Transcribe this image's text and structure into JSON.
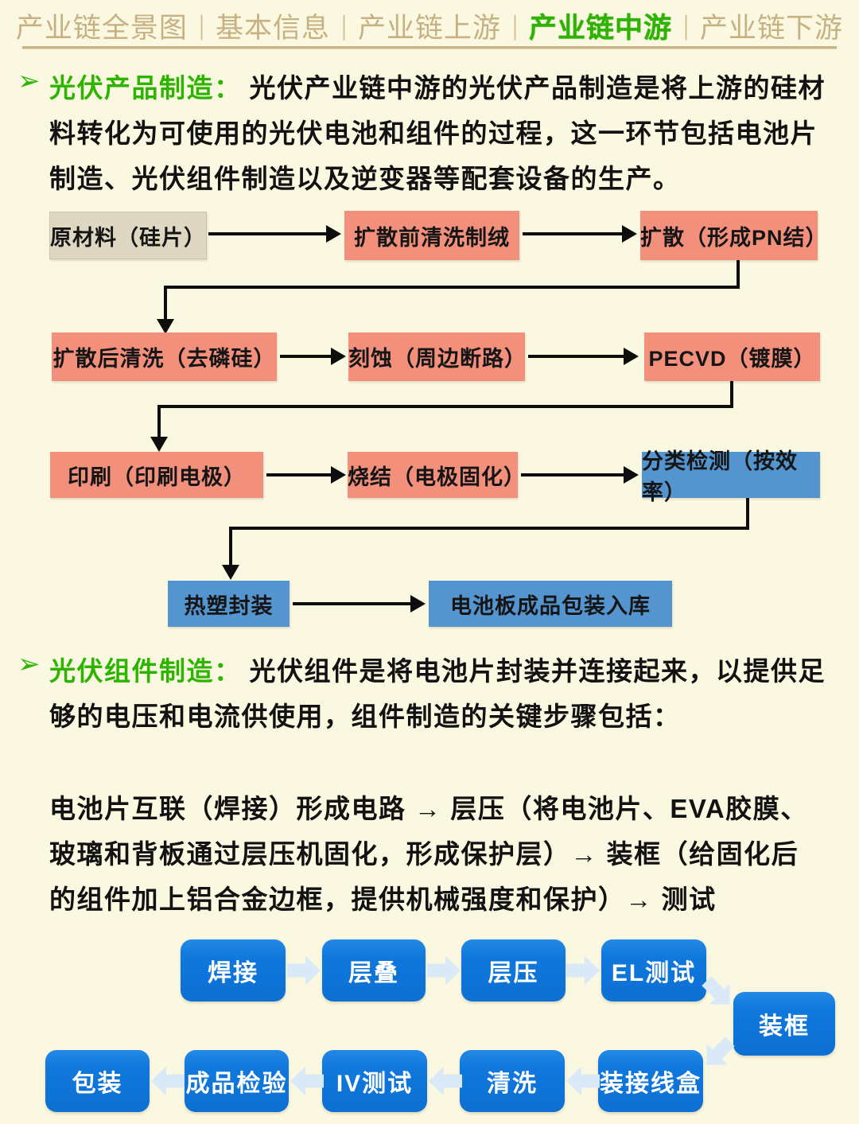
{
  "colors": {
    "background": "#fbf8e2",
    "nav_text": "#c6b183",
    "active_tab_green": "#2db400",
    "heading_green": "#2db400",
    "box_beige": "#ded8c2",
    "box_salmon": "#f2907b",
    "box_steel_blue": "#5494cf",
    "box_vivid_blue": "#0f78dc",
    "chevron_arrow": "#d9e9f8",
    "connector_black": "#0d0d0d"
  },
  "nav": {
    "separator": "|",
    "tabs": [
      {
        "label": "产业链全景图",
        "active": false
      },
      {
        "label": "基本信息",
        "active": false
      },
      {
        "label": "产业链上游",
        "active": false
      },
      {
        "label": "产业链中游",
        "active": true
      },
      {
        "label": "产业链下游",
        "active": false
      }
    ]
  },
  "section1": {
    "bullet": "➢",
    "title": "光伏产品制造：",
    "lines": [
      "光伏产业链中游的光伏产品制造是将上游的硅材",
      "料转化为可使用的光伏电池和组件的过程，这一环节包括电池片",
      "制造、光伏组件制造以及逆变器等配套设备的生产。"
    ]
  },
  "flow1": {
    "boxes": [
      {
        "label": "原材料（硅片）"
      },
      {
        "label": "扩散前清洗制绒"
      },
      {
        "label": "扩散（形成PN结）"
      },
      {
        "label": "扩散后清洗（去磷硅）"
      },
      {
        "label": "刻蚀（周边断路）"
      },
      {
        "label": "PECVD（镀膜）"
      },
      {
        "label": "印刷（印刷电极）"
      },
      {
        "label": "烧结（电极固化）"
      },
      {
        "label": "分类检测（按效率）"
      },
      {
        "label": "热塑封装"
      },
      {
        "label": "电池板成品包装入库"
      }
    ]
  },
  "section2": {
    "bullet": "➢",
    "title": "光伏组件制造：",
    "lines": [
      "光伏组件是将电池片封装并连接起来，以提供足",
      "够的电压和电流供使用，组件制造的关键步骤包括："
    ]
  },
  "process": {
    "lines": [
      "电池片互联（焊接）形成电路 → 层压（将电池片、EVA胶膜、",
      "玻璃和背板通过层压机固化，形成保护层）→ 装框（给固化后",
      "的组件加上铝合金边框，提供机械强度和保护）→ 测试"
    ]
  },
  "flow2": {
    "top": [
      "焊接",
      "层叠",
      "层压",
      "EL测试"
    ],
    "frame": "装框",
    "bottom": [
      "包装",
      "成品检验",
      "IV测试",
      "清洗",
      "装接线盒"
    ]
  }
}
